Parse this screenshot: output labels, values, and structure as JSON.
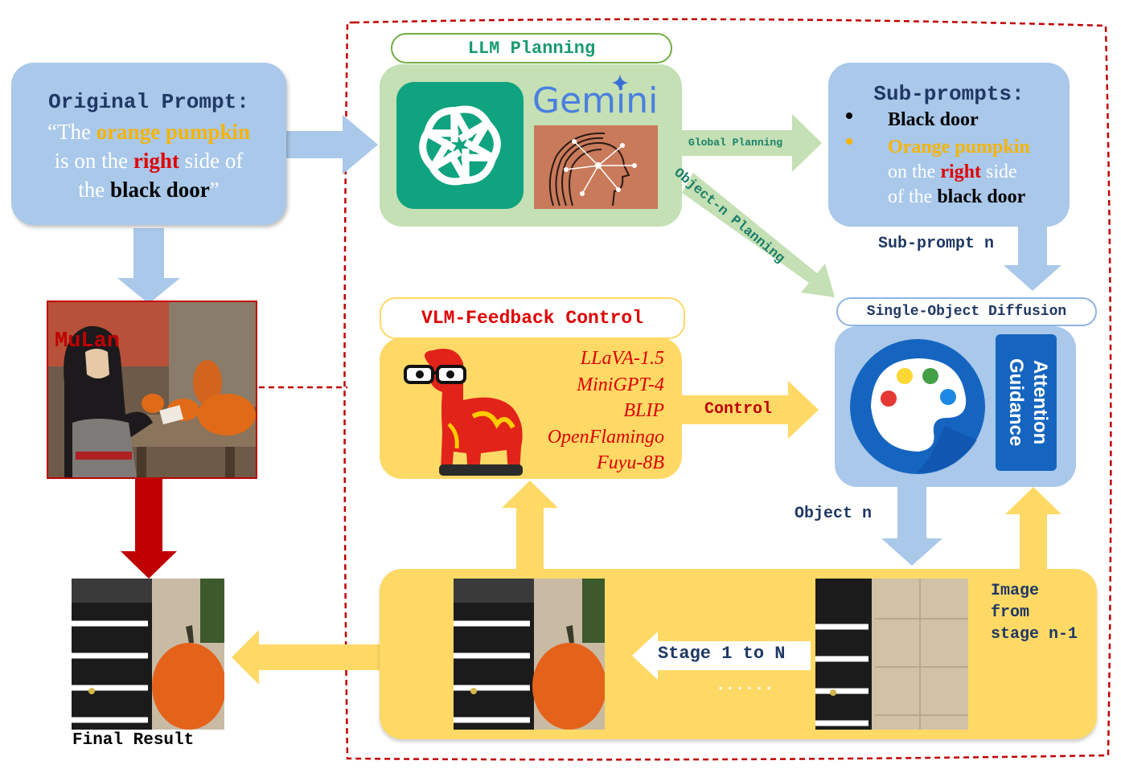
{
  "original_prompt": {
    "title": "Original Prompt:",
    "open_quote": "“The ",
    "word_orange_pumpkin": "orange pumpkin",
    "is_on_the": "is on the ",
    "word_right": "right",
    "side_of": " side of",
    "the": "the ",
    "word_black_door": "black door",
    "close_quote": "”"
  },
  "llm_planning": {
    "title": "LLM Planning",
    "gemini_label": "Gemini"
  },
  "global_planning": "Global Planning",
  "object_n_planning": "Object-n Planning",
  "sub_prompts": {
    "title": "Sub-prompts:",
    "item1": "Black door",
    "item2_orange_pumpkin": "Orange pumpkin",
    "item2_on_the": "on the ",
    "item2_right": "right",
    "item2_side": " side",
    "item2_of_the": "of the ",
    "item2_black_door": "black door"
  },
  "sub_prompt_n": "Sub-prompt n",
  "single_object_diffusion": {
    "title": "Single-Object Diffusion",
    "attention_guidance": "Attention Guidance"
  },
  "vlm_feedback": {
    "title": "VLM-Feedback Control",
    "models": [
      "LLaVA-1.5",
      "MiniGPT-4",
      "BLIP",
      "OpenFlamingo",
      "Fuyu-8B"
    ]
  },
  "control": "Control",
  "object_n": "Object n",
  "mulan_label": "MuLan",
  "final_result": "Final Result",
  "stage_label": "Stage 1 to N",
  "ellipsis": "......",
  "image_from_stage": {
    "line1": "Image",
    "line2": "from",
    "line3": "stage n-1"
  },
  "colors": {
    "blue_box": "#a9c8ea",
    "green_box": "#c4e0b4",
    "yellow_box": "#ffd966",
    "dark_red": "#c00000",
    "orange_text": "#f6b400",
    "teal_text": "#1a7f6a",
    "navy_text": "#1f3864"
  }
}
